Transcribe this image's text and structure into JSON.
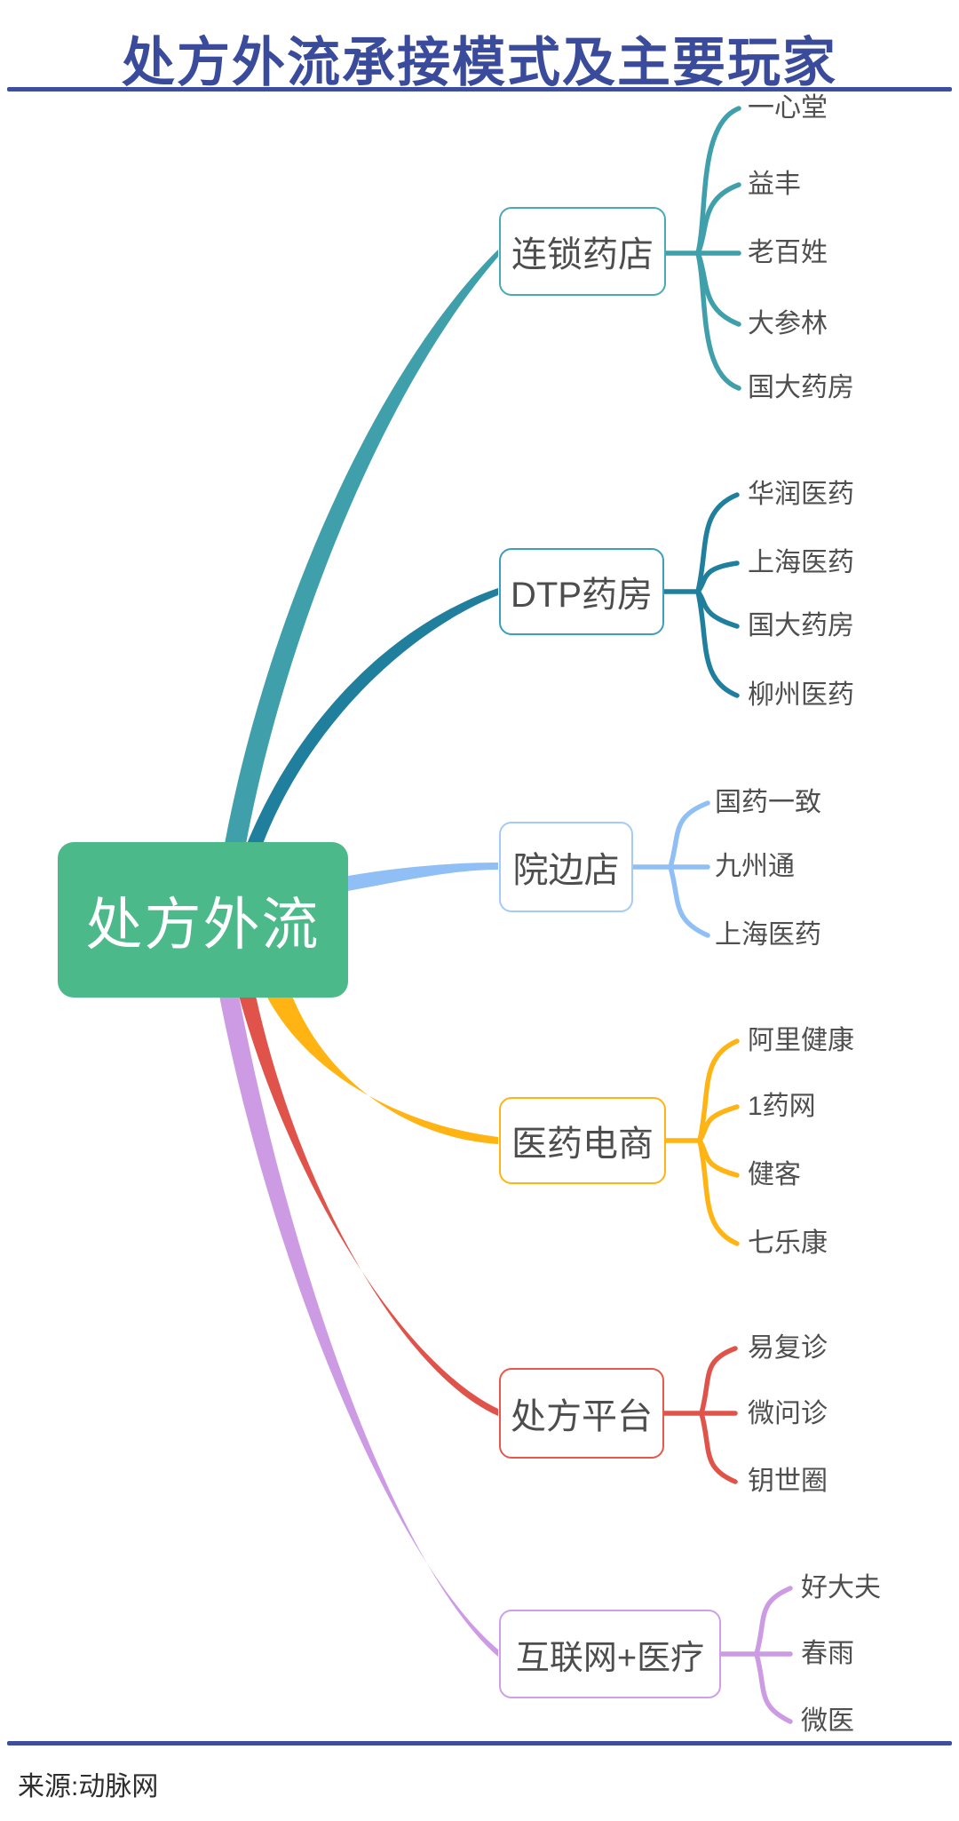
{
  "title": "处方外流承接模式及主要玩家",
  "source": "来源:动脉网",
  "colors": {
    "title": "#3a4b9c",
    "rule": "#3d4e9e",
    "root_bg": "#4cb98a",
    "root_text": "#ffffff",
    "leaf_text": "#4f4f4f"
  },
  "root": {
    "label": "处方外流"
  },
  "branches": [
    {
      "id": "chain-pharmacy",
      "label": "连锁药店",
      "color": "#3fa0ab",
      "border": "#4aa9b3",
      "children": [
        "一心堂",
        "益丰",
        "老百姓",
        "大参林",
        "国大药房"
      ]
    },
    {
      "id": "dtp-pharmacy",
      "label": "DTP药房",
      "color": "#1f7f9d",
      "border": "#3e9dbc",
      "children": [
        "华润医药",
        "上海医药",
        "国大药房",
        "柳州医药"
      ]
    },
    {
      "id": "hospital-side-store",
      "label": "院边店",
      "color": "#8fbff5",
      "border": "#a4cbf8",
      "children": [
        "国药一致",
        "九州通",
        "上海医药"
      ]
    },
    {
      "id": "pharma-ecommerce",
      "label": "医药电商",
      "color": "#ffb414",
      "border": "#ffb414",
      "children": [
        "阿里健康",
        "1药网",
        "健客",
        "七乐康"
      ]
    },
    {
      "id": "prescription-platform",
      "label": "处方平台",
      "color": "#e0534a",
      "border": "#e8574c",
      "children": [
        "易复诊",
        "微问诊",
        "钥世圈"
      ]
    },
    {
      "id": "internet-healthcare",
      "label": "互联网+医疗",
      "color": "#cc9be4",
      "border": "#cd9fe8",
      "children": [
        "好大夫",
        "春雨",
        "微医"
      ]
    }
  ]
}
